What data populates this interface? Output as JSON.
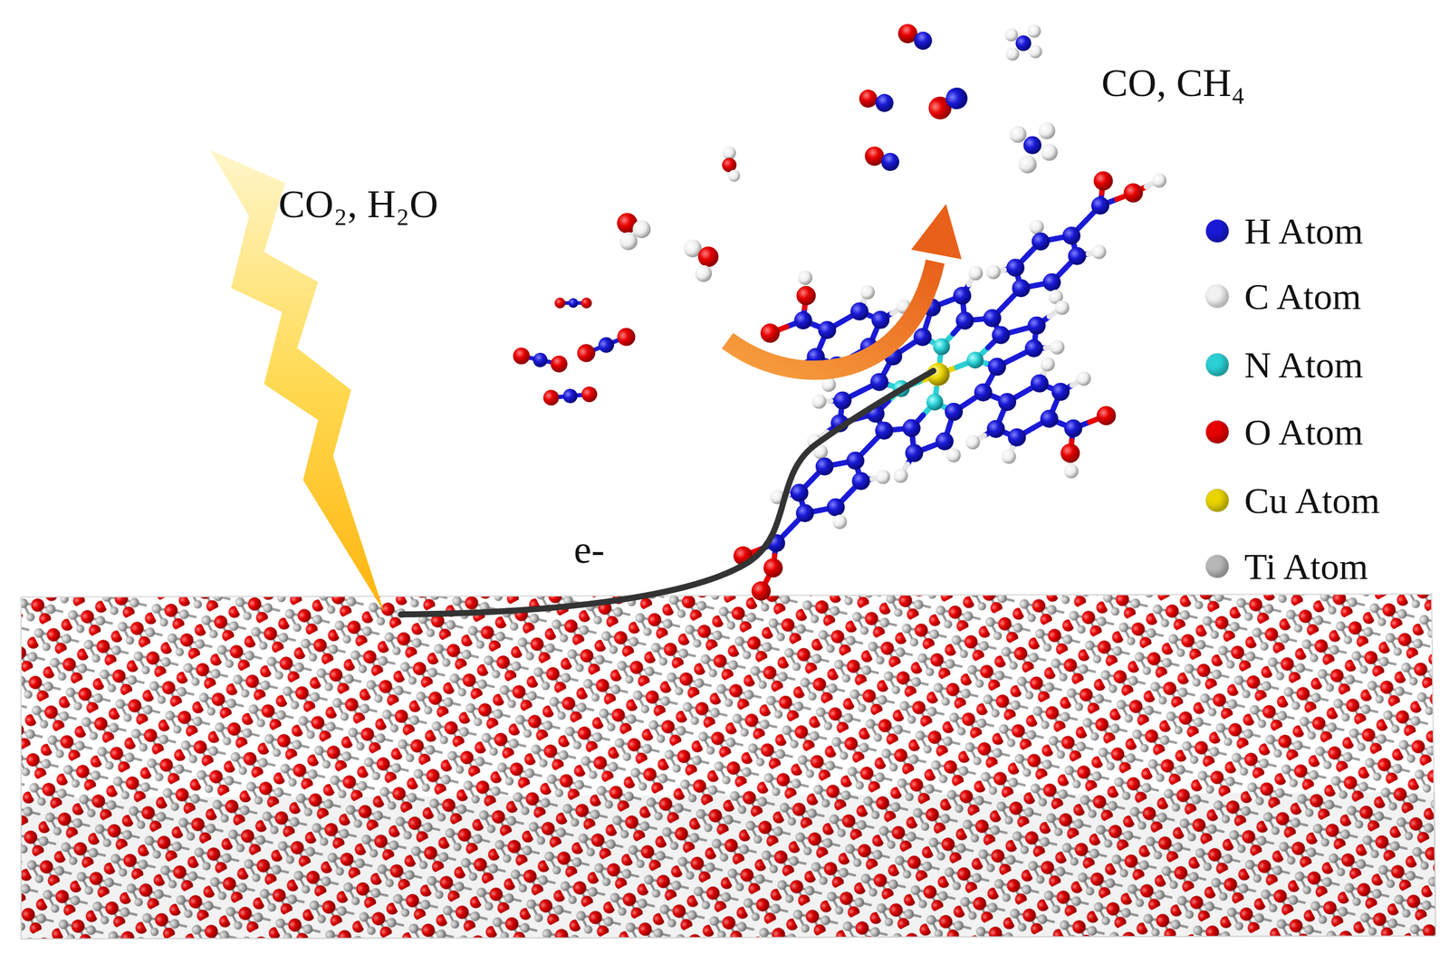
{
  "diagram": {
    "labels": [
      "CO₂, H₂O",
      "CO, CH₄",
      "e-"
    ],
    "legend": [
      {
        "text": "H Atom",
        "color": "#1a1ad6"
      },
      {
        "text": "C Atom",
        "color": "#f2f2f2"
      },
      {
        "text": "N Atom",
        "color": "#2ad0d4"
      },
      {
        "text": "O Atom",
        "color": "#e60000"
      },
      {
        "text": "Cu Atom",
        "color": "#e8d400"
      },
      {
        "text": "Ti Atom",
        "color": "#b8b8b8"
      }
    ]
  }
}
